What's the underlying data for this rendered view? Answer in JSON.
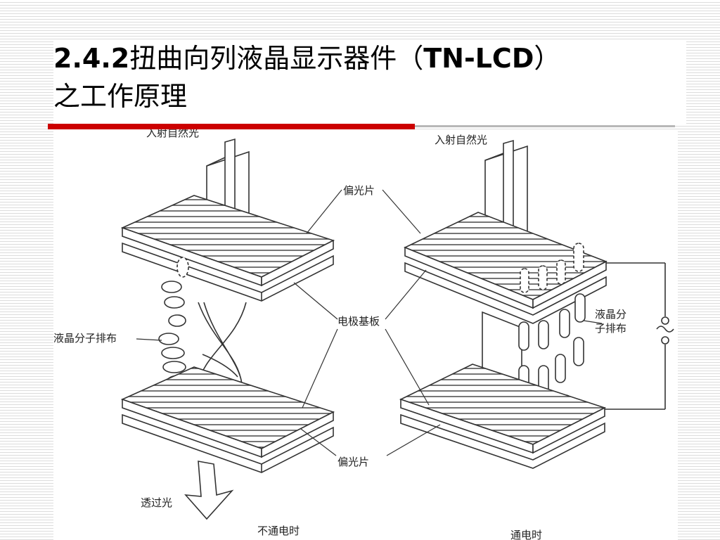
{
  "slide": {
    "title_prefix": "2.4.2",
    "title_main": "扭曲向列液晶显示器件（",
    "title_abbr": "TN-LCD",
    "title_suffix": "）",
    "title_line2": "之工作原理"
  },
  "figure": {
    "left_incident": "入射自然光",
    "right_incident": "入射自然光",
    "polarizer_top": "偏光片",
    "electrode": "电极基板",
    "polarizer_bottom": "偏光片",
    "lc_left": "液晶分子排布",
    "lc_right_line1": "液晶分",
    "lc_right_line2": "子排布",
    "transmitted": "透过光",
    "caption_off": "不通电时",
    "caption_on": "通电时"
  },
  "colors": {
    "accent": "#cc0000",
    "line": "#333333"
  }
}
